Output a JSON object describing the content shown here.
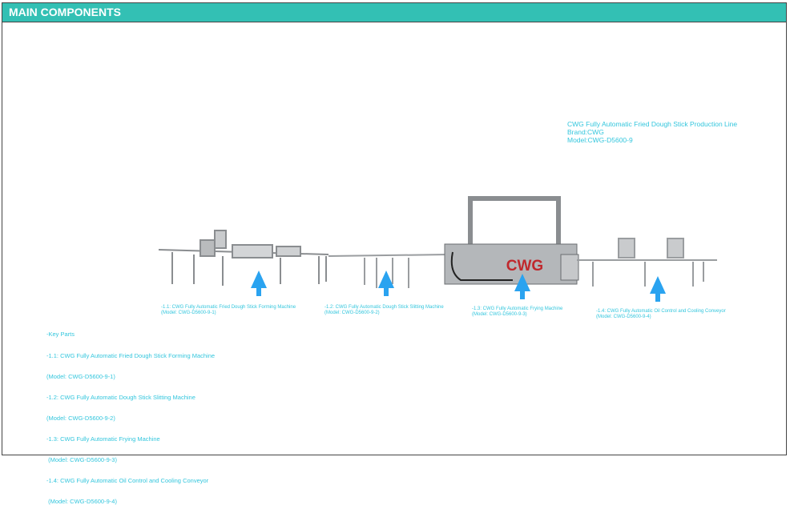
{
  "header": {
    "title": "MAIN COMPONENTS"
  },
  "product": {
    "name": "CWG Fully Automatic Fried Dough Stick Production Line",
    "brand": "Brand:CWG",
    "model": "Model:CWG-D5600-9",
    "logo_text": "CWG"
  },
  "key_parts": {
    "heading": "-Key Parts",
    "items": [
      {
        "name": "-1.1: CWG Fully Automatic Fried Dough Stick Forming Machine",
        "model": "(Model: CWG-D5600-9-1)"
      },
      {
        "name": "-1.2: CWG Fully Automatic Dough Stick Slitting Machine",
        "model": "(Model: CWG-D5600-9-2)"
      },
      {
        "name": "-1.3: CWG Fully Automatic Frying Machine",
        "model": " (Model: CWG-D5600-9-3)"
      },
      {
        "name": "-1.4: CWG Fully Automatic Oil Control and Cooling Conveyor",
        "model": " (Model: CWG-D5600-9-4)"
      }
    ]
  },
  "callouts": [
    {
      "name": "-1.1: CWG Fully Automatic Fried Dough Stick Forming Machine",
      "model": "(Model: CWG-D5600-9-1)"
    },
    {
      "name": "-1.2: CWG Fully Automatic Dough Stick Slitting Machine",
      "model": "(Model: CWG-D5600-9-2)"
    },
    {
      "name": "-1.3: CWG Fully Automatic Frying Machine",
      "model": "(Model: CWG-D5600-9-3)"
    },
    {
      "name": "-1.4: CWG Fully Automatic Oil Control and Cooling Conveyor",
      "model": "(Model: CWG-D5600-9-4)"
    }
  ],
  "colors": {
    "header": "#33c0b4",
    "text": "#33c6dd",
    "arrow": "#2aa3f0",
    "logo": "#c0282d"
  }
}
